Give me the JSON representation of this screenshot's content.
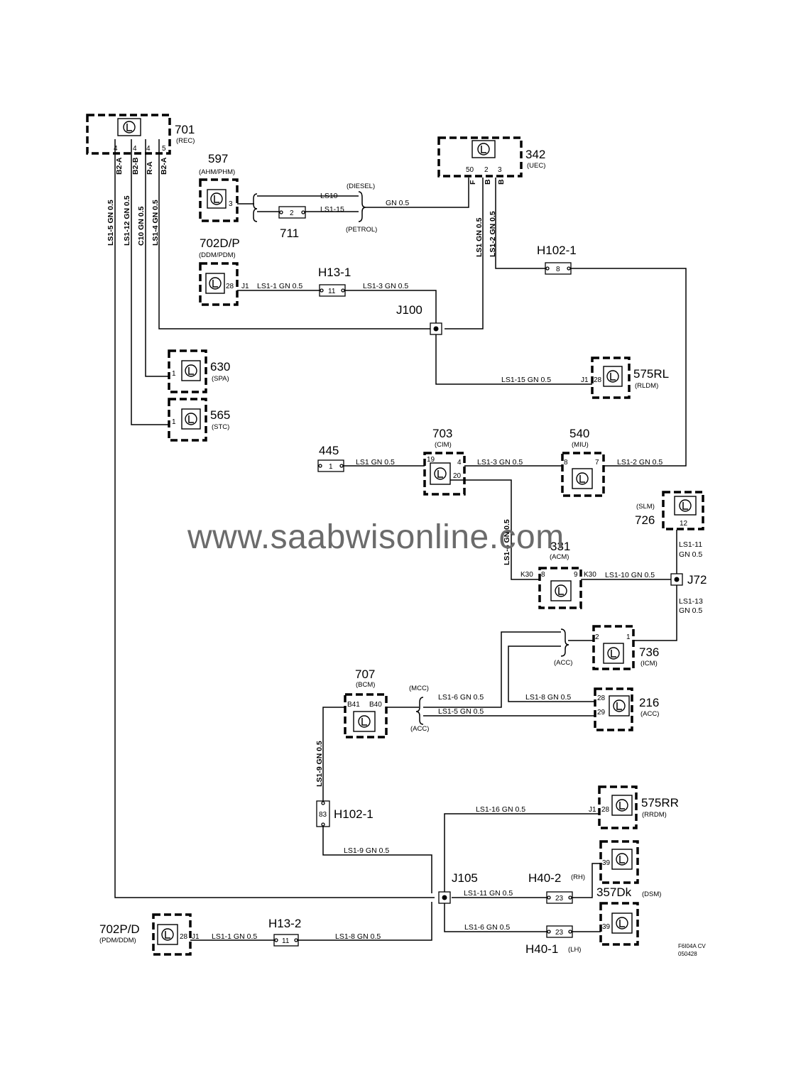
{
  "watermark": "www.saabwisonline.com",
  "drawing_code": [
    "F6I04A CV",
    "050428"
  ],
  "components": [
    {
      "id": "701",
      "name": "(REC)"
    },
    {
      "id": "597",
      "name": "(AHM/PHM)"
    },
    {
      "id": "342",
      "name": "(UEC)"
    },
    {
      "id": "702D/P",
      "name": "(DDM/PDM)"
    },
    {
      "id": "630",
      "name": "(SPA)"
    },
    {
      "id": "565",
      "name": "(STC)"
    },
    {
      "id": "575RL",
      "name": "(RLDM)"
    },
    {
      "id": "703",
      "name": "(CIM)"
    },
    {
      "id": "540",
      "name": "(MIU)"
    },
    {
      "id": "726",
      "name": "(SLM)"
    },
    {
      "id": "331",
      "name": "(ACM)"
    },
    {
      "id": "736",
      "name": "(ICM)"
    },
    {
      "id": "707",
      "name": "(BCM)"
    },
    {
      "id": "216",
      "name": "(ACC)"
    },
    {
      "id": "575RR",
      "name": "(RRDM)"
    },
    {
      "id": "357Dk",
      "name": "(DSM)"
    },
    {
      "id": "702P/D",
      "name": "(PDM/DDM)"
    },
    {
      "id": "445",
      "name": ""
    }
  ],
  "connectors": [
    {
      "id": "711",
      "pin": "2"
    },
    {
      "id": "H13-1",
      "pin": "11"
    },
    {
      "id": "H102-1",
      "pin": "8"
    },
    {
      "id": "H102-1",
      "pin": "83"
    },
    {
      "id": "H13-2",
      "pin": "11"
    },
    {
      "id": "H40-2",
      "pin": "23",
      "side": "(RH)"
    },
    {
      "id": "H40-1",
      "pin": "23",
      "side": "(LH)"
    },
    {
      "id": "445",
      "pin": "1"
    }
  ],
  "junctions": [
    "J100",
    "J72",
    "J105"
  ],
  "wires": [
    "LS1-5 GN 0.5",
    "LS1-12 GN 0.5",
    "C10 GN 0.5",
    "LS1-4 GN 0.5",
    "LS10",
    "LS1-15",
    "GN 0.5",
    "LS1 GN 0.5",
    "LS1-2 GN 0.5",
    "LS1-1 GN 0.5",
    "LS1-3 GN 0.5",
    "LS1-15 GN 0.5",
    "LS1 GN 0.5",
    "LS1-3 GN 0.5",
    "LS1-2 GN 0.5",
    "LS1-4 GN 0.5",
    "LS1-11",
    "GN 0.5",
    "LS1-10 GN 0.5",
    "LS1-13",
    "GN 0.5",
    "LS1-6 GN 0.5",
    "LS1-8 GN 0.5",
    "LS1-5 GN 0.5",
    "LS1-9 GN 0.5",
    "LS1-16 GN 0.5",
    "LS1-9 GN 0.5",
    "LS1-11 GN 0.5",
    "LS1-6 GN 0.5",
    "LS1-1 GN 0.5",
    "LS1-8 GN 0.5"
  ],
  "pins_701": [
    "4",
    "4",
    "4",
    "5"
  ],
  "colors_701": [
    "B2-A",
    "B2-B",
    "R-A",
    "B2-A"
  ],
  "pins_342": [
    "50",
    "2",
    "3"
  ],
  "colors_342": [
    "F",
    "B",
    "B"
  ],
  "pins": {
    "p597": "3",
    "p702dp_a": "28",
    "p702dp_b": "J1",
    "p630": "1",
    "p565": "1",
    "p575rl_a": "J1",
    "p575rl_b": "28",
    "p703_a": "19",
    "p703_b": "4",
    "p703_c": "20",
    "p540_a": "8",
    "p540_b": "7",
    "p726": "12",
    "p331_a": "K30",
    "p331_b": "8",
    "p331_c": "9",
    "p331_d": "K30",
    "p736_a": "2",
    "p736_b": "1",
    "p707_a": "B41",
    "p707_b": "B40",
    "p216_a": "28",
    "p216_b": "29",
    "p575rr_a": "J1",
    "p575rr_b": "28",
    "p357_a": "39",
    "p357_b": "39",
    "p702pd_a": "28",
    "p702pd_b": "J1"
  },
  "notes": {
    "diesel": "(DIESEL)",
    "petrol": "(PETROL)",
    "acc_736": "(ACC)",
    "mcc": "(MCC)",
    "acc_707": "(ACC)"
  }
}
